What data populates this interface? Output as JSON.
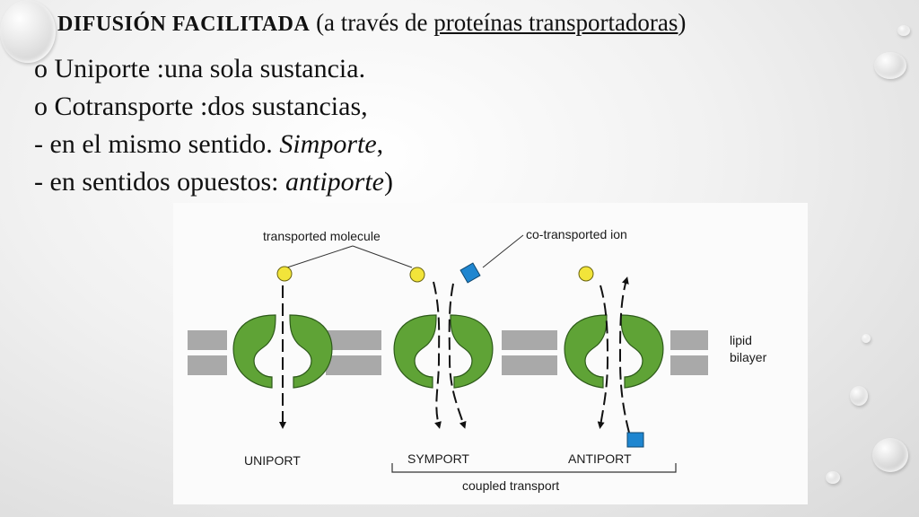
{
  "title": {
    "bold": "DIFUSIÓN FACILITADA",
    "open": " (a través de ",
    "underlined": "proteínas transportadoras",
    "close": ")"
  },
  "bullets": [
    {
      "marker": "o ",
      "text": "Uniporte :una sola sustancia."
    },
    {
      "marker": "o ",
      "text": "Cotransporte :dos sustancias,"
    },
    {
      "marker": "- ",
      "text": "en el mismo sentido. ",
      "italic": "Simporte",
      "tail": ","
    },
    {
      "marker": "- ",
      "text": "en sentidos opuestos: ",
      "italic": "antiporte",
      "tail": ")"
    }
  ],
  "figure": {
    "label_transported_molecule": "transported molecule",
    "label_cotransported_ion": "co-transported ion",
    "label_lipid": "lipid",
    "label_bilayer": "bilayer",
    "label_uniport": "UNIPORT",
    "label_symport": "SYMPORT",
    "label_antiport": "ANTIPORT",
    "label_coupled_transport": "coupled transport",
    "colors": {
      "protein": "#5fa336",
      "molecule": "#f2e43a",
      "ion": "#1f86d0",
      "bilayer": "#a9a9a9"
    }
  }
}
